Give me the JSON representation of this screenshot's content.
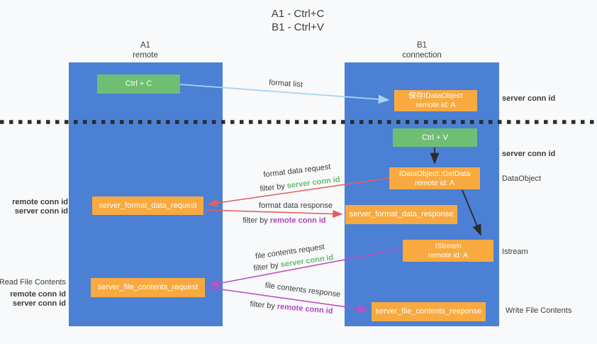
{
  "title": {
    "line1": "A1 - Ctrl+C",
    "line2": "B1 - Ctrl+V"
  },
  "lanes": {
    "left": {
      "title": "A1",
      "subtitle": "remote"
    },
    "right": {
      "title": "B1",
      "subtitle": "connection"
    }
  },
  "boxes": {
    "ctrl_c": {
      "label": "Ctrl + C"
    },
    "ctrl_v": {
      "label": "Ctrl + V"
    },
    "save_dataobject": {
      "line1": "保存IDataObject",
      "line2": "remote id: A"
    },
    "getdata": {
      "line1": "IDataObject::GetData",
      "line2": "remote id: A"
    },
    "istream": {
      "line1": "IStream",
      "line2": "remote id: A"
    },
    "server_format_data_request": {
      "label": "server_format_data_request"
    },
    "server_format_data_response": {
      "label": "server_format_data_response"
    },
    "server_file_contents_request": {
      "label": "server_file_contents_request"
    },
    "server_file_contents_response": {
      "label": "server_file_contents_response"
    }
  },
  "arrow_labels": {
    "format_list": "format list",
    "format_data_request": "format data request",
    "format_data_response": "format data response",
    "file_contents_request": "file contents request",
    "file_contents_response": "file contents response",
    "filter_by": "filter by",
    "server_conn_id": "server conn id",
    "remote_conn_id": "remote conn id"
  },
  "side_labels": {
    "server_conn_id_top_right": "server conn id",
    "server_conn_id_mid_right": "server conn id",
    "dataobject": "DataObject",
    "istream": "Istream",
    "write_file_contents": "Write File Contents",
    "remote_conn_id_mid_left": "remote conn id",
    "server_conn_id_mid_left": "server conn id",
    "read_file_contents": "Read File Contents",
    "remote_conn_id_bottom_left": "remote conn id",
    "server_conn_id_bottom_left": "server conn id"
  },
  "colors": {
    "background": "#f8f9fa",
    "lane_blue": "#4b80d4",
    "box_green": "#6fbe73",
    "box_orange": "#f8a93f",
    "accent_green": "#67bb6a",
    "accent_purple": "#ab47bc",
    "arrow_red": "#e2605e",
    "arrow_magenta": "#bf4fc4",
    "arrow_lightblue": "#a7d3f0",
    "arrow_black": "#2b2b2b",
    "text_dark": "#3c3c3c"
  }
}
